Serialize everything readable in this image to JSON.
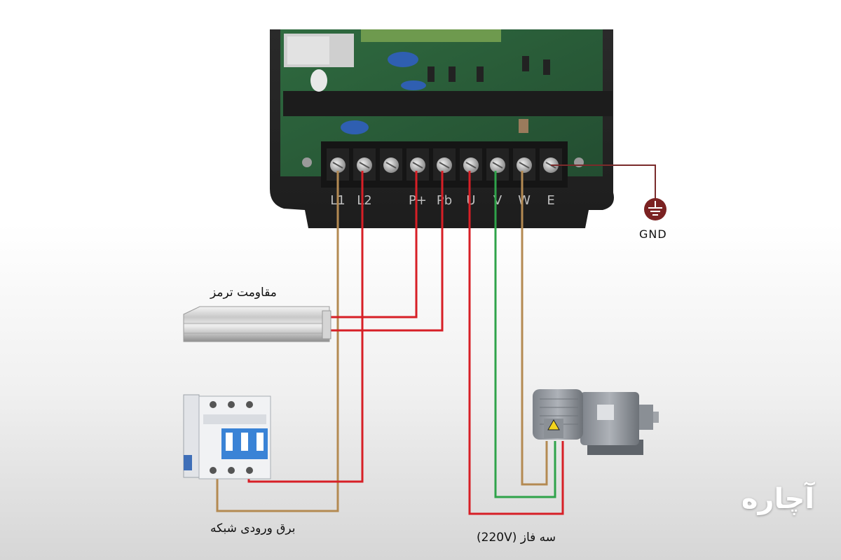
{
  "terminals": [
    "L1",
    "L2",
    "",
    "P+",
    "Pb",
    "U",
    "V",
    "W",
    "E"
  ],
  "labels": {
    "gnd": "GND",
    "brake_resistor": "مقاومت ترمز",
    "mains_input": "برق ورودی شبکه",
    "three_phase": "سه فاز (220V)"
  },
  "brand": "آچاره",
  "colors": {
    "red_wire": "#d71f26",
    "brown_wire": "#b48a52",
    "green_wire": "#2fa34a",
    "ground_wire": "#7a2b2b",
    "board": "#2c5d3a",
    "housing": "#2b2b2b"
  }
}
